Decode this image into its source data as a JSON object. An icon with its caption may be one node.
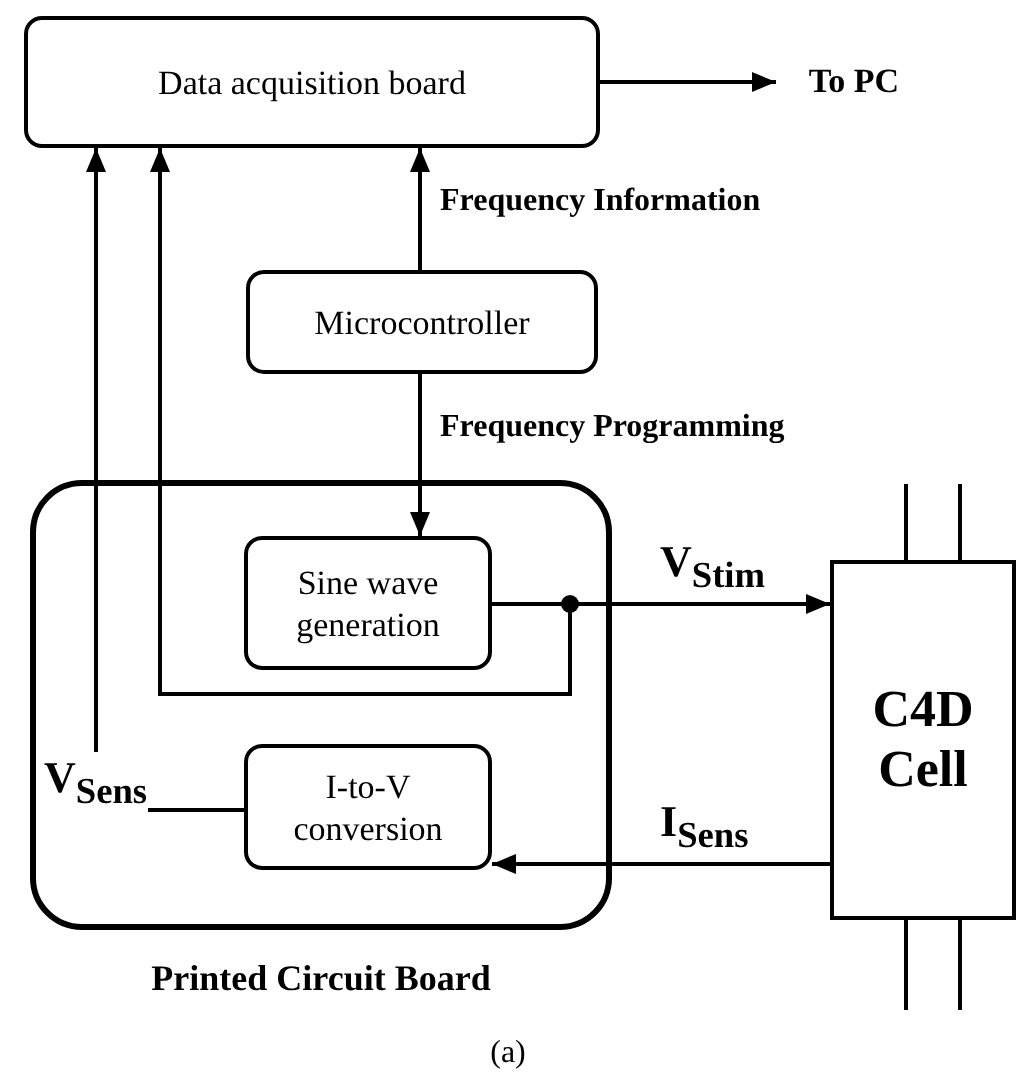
{
  "diagram": {
    "caption": "(a)",
    "nodes": [
      {
        "text": [
          "Data acquisition board"
        ]
      },
      {
        "text": [
          "To PC"
        ]
      },
      {
        "text": [
          "Microcontroller"
        ]
      },
      {
        "text": [
          "Printed Circuit Board"
        ]
      },
      {
        "text": [
          "Sine wave generation"
        ],
        "in": 3
      },
      {
        "text": [
          "I-to-V conversion"
        ],
        "in": 3
      },
      {
        "text": [
          "C4D Cell"
        ]
      }
    ],
    "edges": [
      {
        "from": 0,
        "to": 1,
        "arrow": "to"
      },
      {
        "from": 2,
        "to": 0,
        "arrow": "to",
        "label": "Frequency Information"
      },
      {
        "from": 2,
        "to": 4,
        "arrow": "to",
        "label": "Frequency Programming"
      },
      {
        "from": 4,
        "to": 6,
        "arrow": "to",
        "label": "V$_{Stim}$"
      },
      {
        "from": 4,
        "to": 0,
        "arrow": "to"
      },
      {
        "from": 6,
        "to": 5,
        "arrow": "to",
        "label": "I$_{Sens}$"
      },
      {
        "from": 5,
        "to": 0,
        "arrow": "to",
        "label": "V$_{Sens}$"
      }
    ]
  }
}
